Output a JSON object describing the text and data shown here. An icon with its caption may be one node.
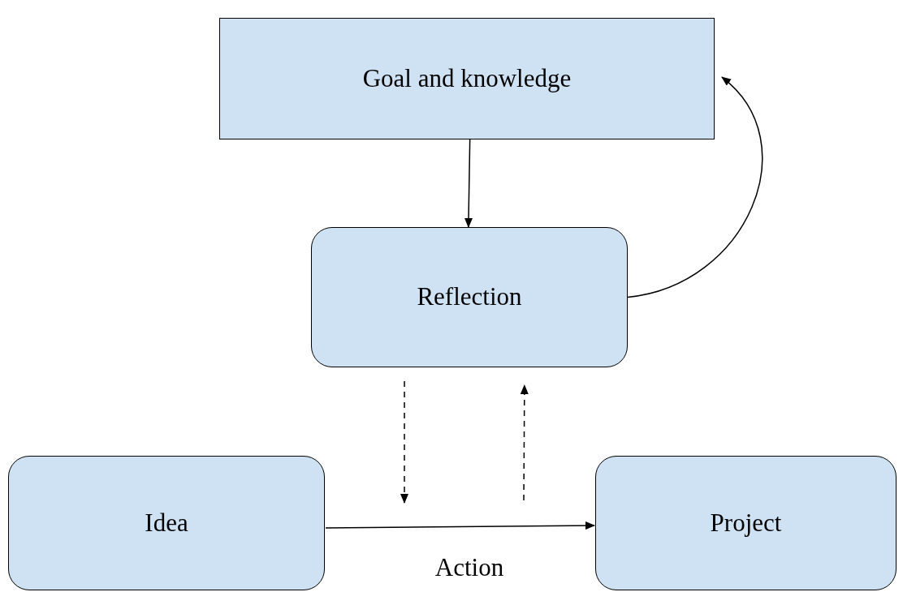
{
  "diagram": {
    "nodes": [
      {
        "text": [
          "Goal and knowledge"
        ]
      },
      {
        "text": [
          "Reflection"
        ]
      },
      {
        "text": [
          "Idea"
        ]
      },
      {
        "text": [
          "Project"
        ]
      }
    ],
    "edges": [
      {
        "from": 0,
        "to": 1,
        "arrow": "to"
      },
      {
        "from": 1,
        "to": 0,
        "arrow": "to"
      },
      {
        "from": 2,
        "to": 3,
        "arrow": "to",
        "label": "Action"
      },
      {
        "from": 1,
        "to": null,
        "arrow": "to",
        "style": "dashed"
      },
      {
        "from": null,
        "to": 1,
        "arrow": "to",
        "style": "dashed"
      }
    ]
  }
}
